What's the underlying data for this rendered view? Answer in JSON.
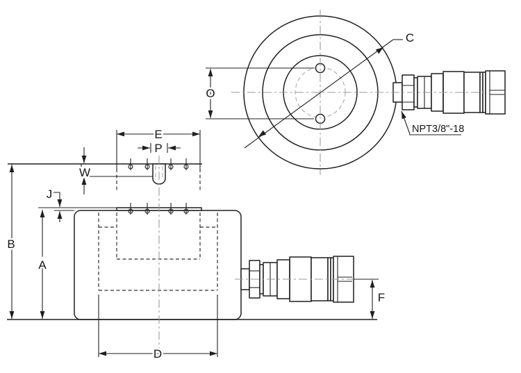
{
  "dimensions": {
    "A": "A",
    "B": "B",
    "C": "C",
    "D": "D",
    "E": "E",
    "F": "F",
    "J": "J",
    "O": "O",
    "P": "P",
    "W": "W"
  },
  "labels": {
    "port_thread": "NPT3/8\"-18"
  },
  "colors": {
    "line": "#1f1f1f",
    "hidden_line": "#2e2e2e",
    "centerline": "#9a9a9a",
    "background": "#ffffff"
  }
}
